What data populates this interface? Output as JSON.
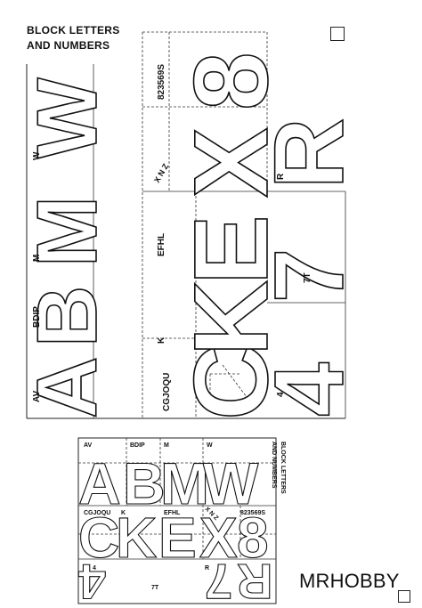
{
  "title": {
    "line1": "BLOCK LETTERS",
    "line2": "AND NUMBERS"
  },
  "brand": "MRHOBBY",
  "large_sheet": {
    "glyphs": [
      "A",
      "B",
      "M",
      "W",
      "C",
      "K",
      "E",
      "X",
      "8",
      "R",
      "7",
      "4"
    ],
    "labels": {
      "av": "AV",
      "bdip": "BDIP",
      "m": "M",
      "w": "W",
      "cgjoqu": "CGJOQU",
      "k": "K",
      "efhl": "EFHL",
      "xnz": "X N Z",
      "digits": "823569S",
      "r": "R",
      "seven_t": "7T",
      "four": "4"
    }
  },
  "small_sheet": {
    "title_line1": "BLOCK LETTERS",
    "title_line2": "AND NUMBERS",
    "glyphs": [
      "A",
      "B",
      "M",
      "W",
      "C",
      "K",
      "E",
      "X",
      "8",
      "4",
      "7",
      "R"
    ],
    "labels": {
      "av": "AV",
      "bdip": "BDIP",
      "m": "M",
      "w": "W",
      "cgjoqu": "CGJOQU",
      "k": "K",
      "efhl": "EFHL",
      "xnz": "X N Z",
      "digits": "823569S",
      "four": "4",
      "seven_t": "7T",
      "r": "R"
    }
  }
}
